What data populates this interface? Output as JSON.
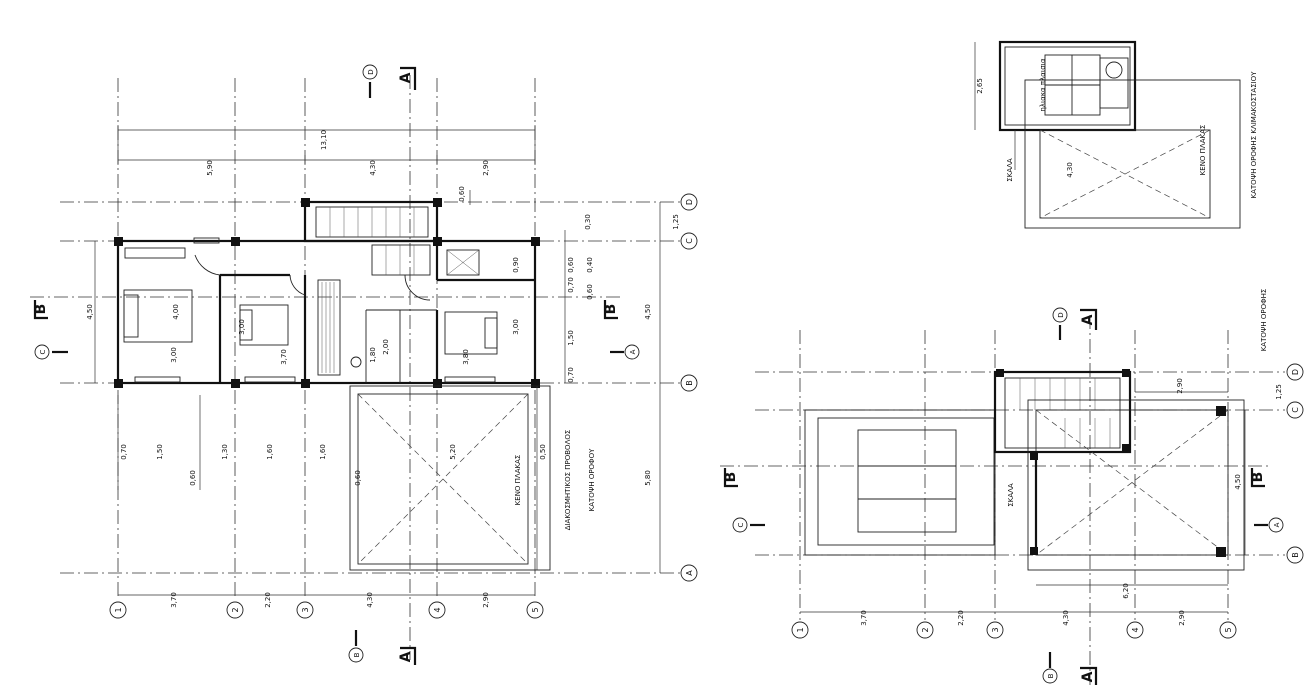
{
  "plan1": {
    "title": "ΚΑΤΟΨΗ ΟΡΟΦΟΥ",
    "overall_dim": "13,10",
    "top_dims": [
      "5,90",
      "4,30",
      "2,90"
    ],
    "right_dims": [
      "0,60",
      "1,25",
      "0,30",
      "0,90",
      "0,60",
      "0,40",
      "0,70",
      "0,60",
      "1,50",
      "4,50",
      "0,70",
      "5,80"
    ],
    "left_dim": "4,50",
    "bottom_dims": [
      "3,70",
      "2,20",
      "4,30",
      "2,90"
    ],
    "lower_dims": [
      "0,70",
      "1,50",
      "1,30",
      "1,60",
      "1,60",
      "0,60",
      "0,60",
      "0,50",
      "5,20"
    ],
    "room_dims": [
      "4,00",
      "3,00",
      "3,00",
      "3,70",
      "3,00",
      "3,80",
      "2,00",
      "1,80"
    ],
    "grid_numbers": [
      "1",
      "2",
      "3",
      "4",
      "5"
    ],
    "grid_letters": [
      "A",
      "B",
      "C",
      "D"
    ],
    "labels": {
      "void": "ΚΕΝΟ ΠΛΑΚΑΣ",
      "canopy": "ΔΙΑΚΟΣΜΗΤΙΚΟΣ ΠΡΟΒΟΛΟΣ"
    },
    "section_marks": [
      "A",
      "B"
    ],
    "bubbles": [
      "A",
      "B",
      "C",
      "D"
    ]
  },
  "plan2": {
    "title": "ΚΑΤΟΨΗ ΟΡΟΦΗΣ",
    "dims": [
      "2,90",
      "1,25",
      "4,50",
      "6,20",
      "3,70",
      "2,20",
      "4,30",
      "2,90"
    ],
    "stair_label": "ΣΚΑΛΑ",
    "grid_numbers": [
      "1",
      "2",
      "3",
      "4",
      "5"
    ],
    "grid_letters": [
      "A",
      "B",
      "C",
      "D"
    ],
    "section_marks": [
      "A",
      "B"
    ],
    "bubbles": [
      "A",
      "B",
      "C",
      "D"
    ]
  },
  "plan3": {
    "title": "ΚΑΤΟΨΗ ΟΡΟΦΗΣ ΚΛΙΜΑΚΟΣΤΑΣΙΟΥ",
    "dims": [
      "2,65",
      "4,30"
    ],
    "panel_label": "ηλιακα πλαισια",
    "void": "ΚΕΝΟ ΠΛΑΚΑΣ",
    "stair_label": "ΣΚΑΛΑ"
  }
}
